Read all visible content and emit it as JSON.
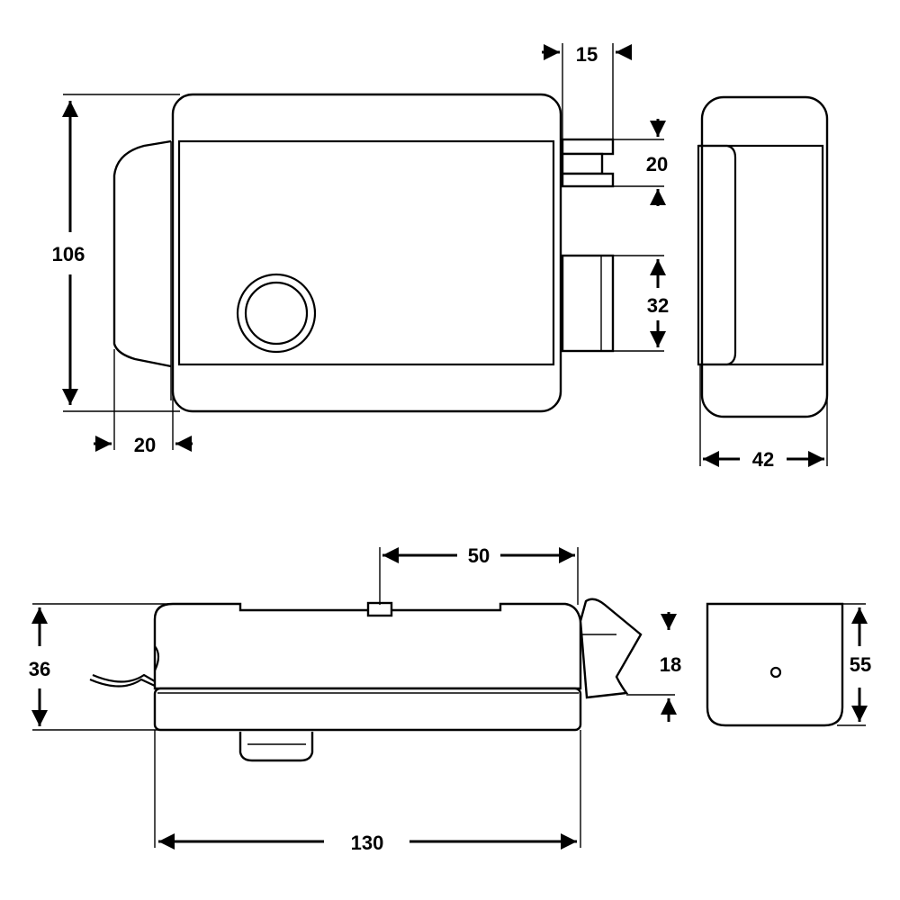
{
  "dimensions": {
    "front_height": "106",
    "front_backset": "20",
    "bolt_width": "15",
    "latch_top_height": "20",
    "deadbolt_height": "32",
    "side_depth": "42",
    "bottom_spacing": "50",
    "bottom_height": "36",
    "latch_projection": "18",
    "end_height": "55",
    "overall_length": "130"
  },
  "colors": {
    "line": "#000000",
    "background": "#ffffff"
  }
}
